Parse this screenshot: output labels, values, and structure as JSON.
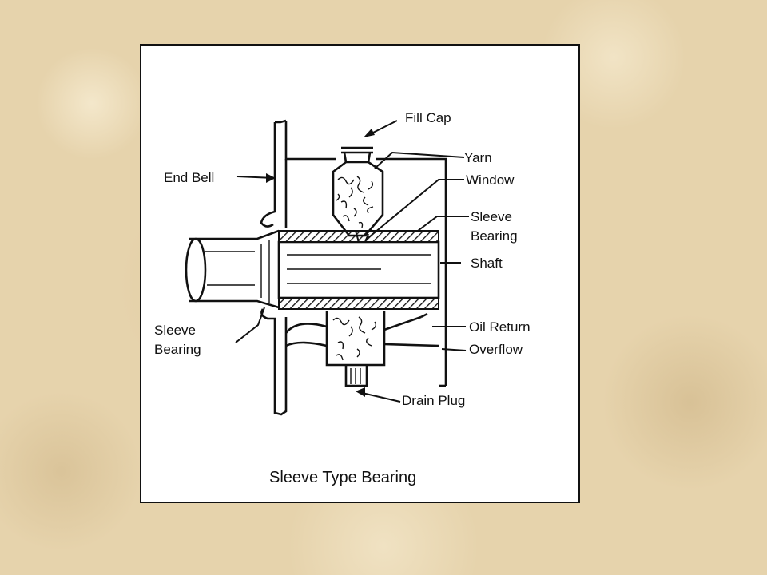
{
  "diagram": {
    "caption": "Sleeve Type Bearing",
    "labels": {
      "fill_cap": "Fill Cap",
      "yarn": "Yarn",
      "window": "Window",
      "end_bell": "End Bell",
      "sleeve_bearing_top_1": "Sleeve",
      "sleeve_bearing_top_2": "Bearing",
      "shaft": "Shaft",
      "sleeve_bearing_left_1": "Sleeve",
      "sleeve_bearing_left_2": "Bearing",
      "oil_return": "Oil Return",
      "overflow": "Overflow",
      "drain_plug": "Drain Plug"
    }
  }
}
